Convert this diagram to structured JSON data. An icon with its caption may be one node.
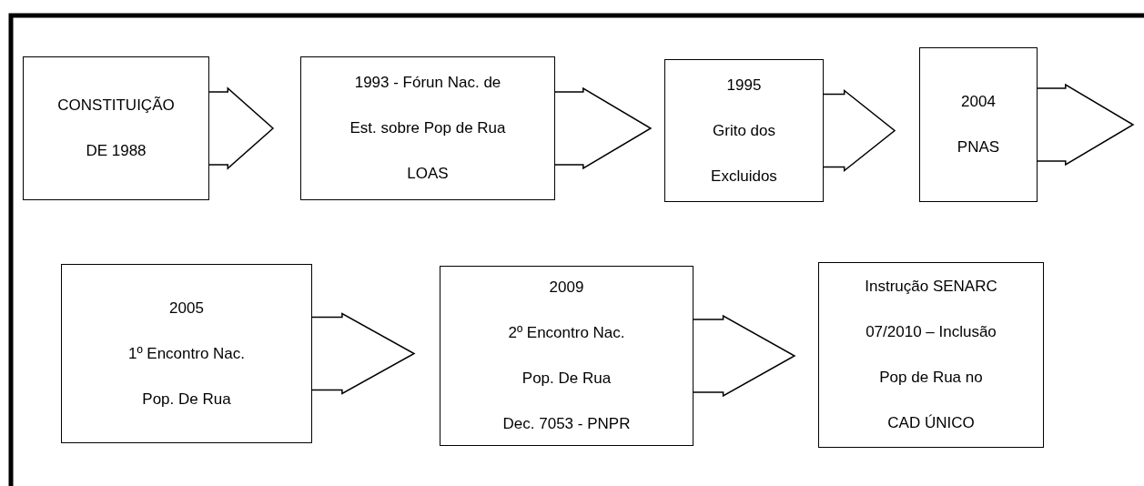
{
  "diagram": {
    "nodes": [
      {
        "text": [
          "CONSTITUIÇÃO DE 1988"
        ]
      },
      {
        "text": [
          "1993 - Fórun Nac. de Est. sobre Pop de Rua",
          "LOAS"
        ]
      },
      {
        "text": [
          "1995",
          "Grito dos Excluidos"
        ]
      },
      {
        "text": [
          "2004",
          "PNAS"
        ]
      },
      {
        "text": [
          "2005",
          "1º Encontro Nac. Pop. De Rua"
        ]
      },
      {
        "text": [
          "2009",
          "2º Encontro Nac. Pop. De Rua",
          "Dec. 7053 - PNPR"
        ]
      },
      {
        "text": [
          "Instrução SENARC 07/2010 – Inclusão Pop de Rua no CAD ÚNICO"
        ]
      }
    ],
    "edges": [
      {
        "from": 0,
        "to": 1,
        "arrow": "to"
      },
      {
        "from": 1,
        "to": 2,
        "arrow": "to"
      },
      {
        "from": 2,
        "to": 3,
        "arrow": "to"
      },
      {
        "from": 3,
        "to": null,
        "arrow": "to"
      },
      {
        "from": 4,
        "to": 5,
        "arrow": "to"
      },
      {
        "from": 5,
        "to": 6,
        "arrow": "to"
      }
    ]
  }
}
